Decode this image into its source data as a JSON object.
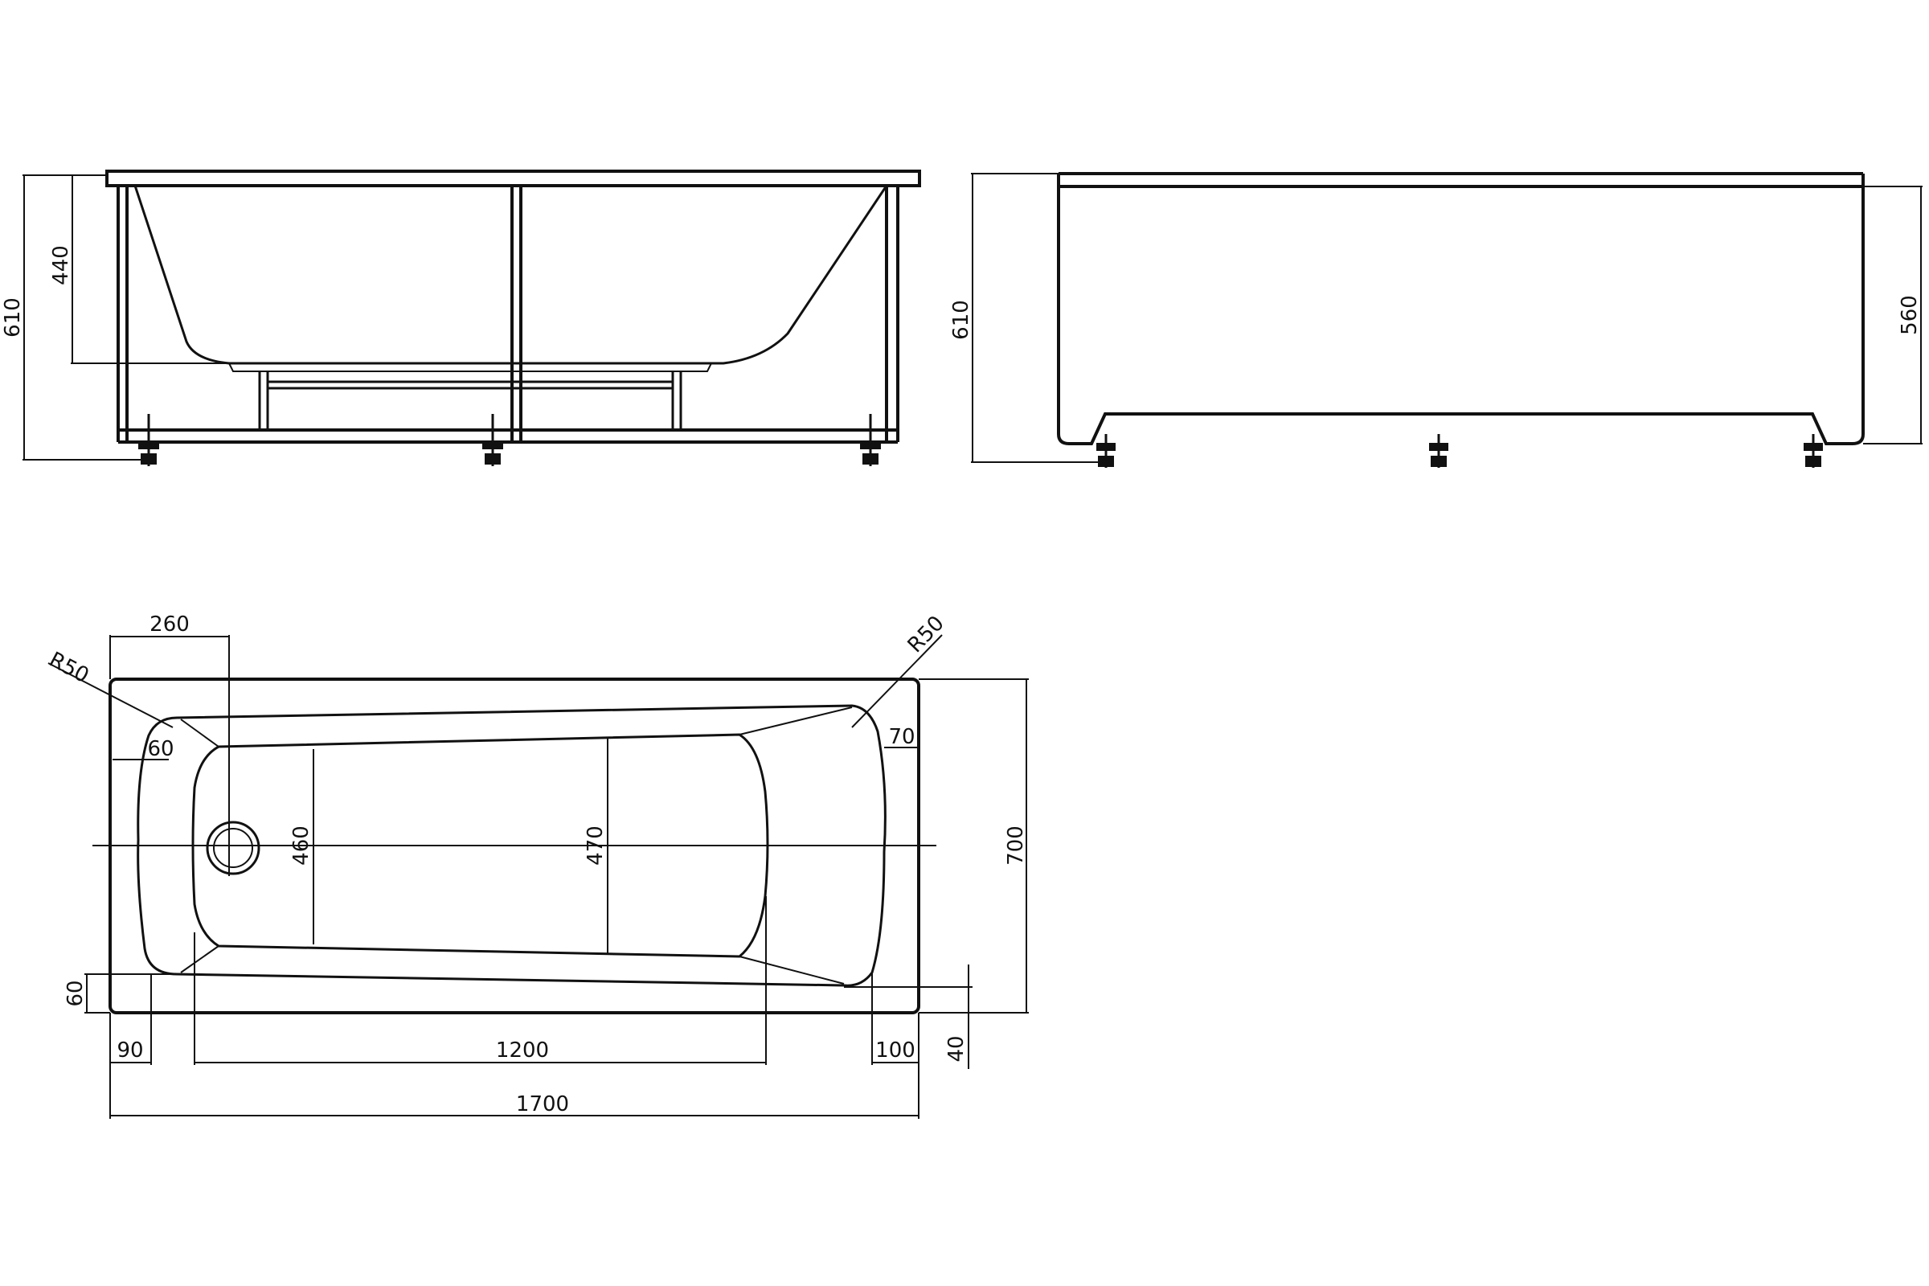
{
  "colors": {
    "line": "#111111",
    "background": "#ffffff"
  },
  "front_view": {
    "dim_total_height": "610",
    "dim_bowl_depth": "440"
  },
  "side_view": {
    "dim_total_height": "610",
    "dim_panel_height": "560"
  },
  "top_view": {
    "dim_drain_offset": "260",
    "dim_radius_left": "R50",
    "dim_radius_right": "R50",
    "dim_left_inset": "60",
    "dim_right_inset": "70",
    "dim_width_left": "460",
    "dim_width_right": "470",
    "dim_total_width": "700",
    "dim_bottom_inset": "60",
    "dim_left_margin": "90",
    "dim_flat_length": "1200",
    "dim_right_margin": "100",
    "dim_rim_offset": "40",
    "dim_total_length": "1700"
  }
}
